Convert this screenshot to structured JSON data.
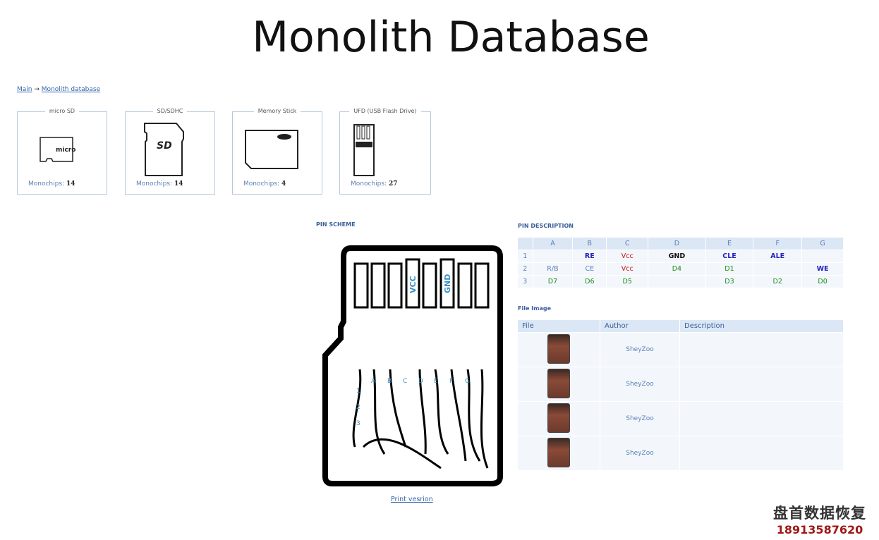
{
  "title": "Monolith Database",
  "breadcrumb": {
    "main": "Main",
    "arrow": "→",
    "current": "Monolith database"
  },
  "categories": [
    {
      "name": "micro SD",
      "label": "Monochips:",
      "count": "14"
    },
    {
      "name": "SD/SDHC",
      "label": "Monochips:",
      "count": "14"
    },
    {
      "name": "Memory Stick",
      "label": "Monochips:",
      "count": "4"
    },
    {
      "name": "UFD (USB Flash Drive)",
      "label": "Monochips:",
      "count": "27"
    }
  ],
  "pin_scheme": {
    "title": "PIN SCHEME",
    "vcc": "VCC",
    "gnd": "GND",
    "cols": [
      "A",
      "B",
      "C",
      "D",
      "E",
      "F",
      "G"
    ],
    "rows": [
      "1",
      "2",
      "3"
    ],
    "print": "Print vesrion"
  },
  "pin_description": {
    "title": "PIN DESCRIPTION",
    "columns": [
      "",
      "A",
      "B",
      "C",
      "D",
      "E",
      "F",
      "G"
    ],
    "rows": [
      [
        "1",
        "",
        "RE",
        "Vcc",
        "GND",
        "CLE",
        "ALE",
        ""
      ],
      [
        "2",
        "R/B",
        "CE",
        "Vcc",
        "D4",
        "D1",
        "",
        "WE"
      ],
      [
        "3",
        "D7",
        "D6",
        "D5",
        "",
        "D3",
        "D2",
        "D0"
      ]
    ]
  },
  "colors": {
    "blue": "#2222bb",
    "red": "#cc1111",
    "green": "#1a8a1a",
    "black": "#111111",
    "muted": "#5a7fb5"
  },
  "file_image": {
    "title": "File Image",
    "columns": [
      "File",
      "Author",
      "Description"
    ],
    "rows": [
      {
        "author": "SheyZoo",
        "description": ""
      },
      {
        "author": "SheyZoo",
        "description": ""
      },
      {
        "author": "SheyZoo",
        "description": ""
      },
      {
        "author": "SheyZoo",
        "description": ""
      }
    ]
  },
  "watermark": {
    "name": "盘首数据恢复",
    "phone": "18913587620"
  }
}
